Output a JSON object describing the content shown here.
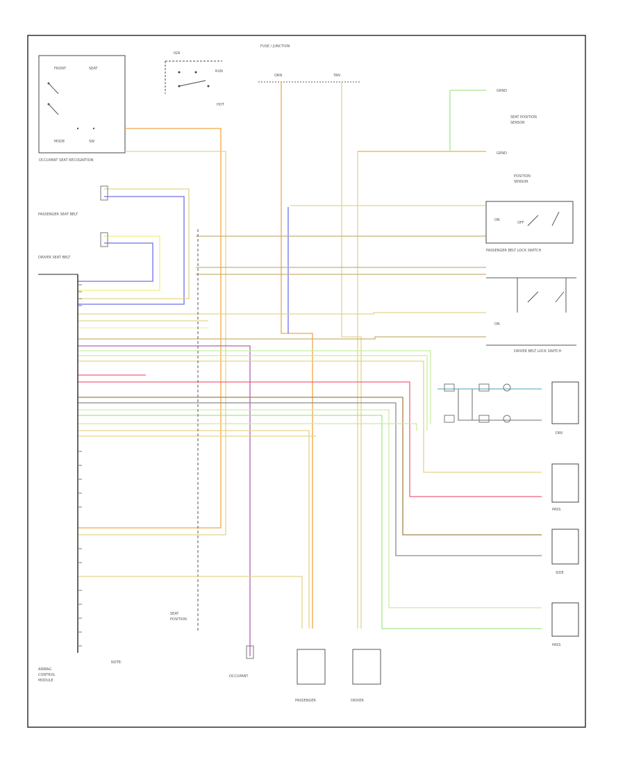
{
  "diagram": {
    "footer_code": "",
    "header_text": "",
    "module_label": "",
    "notes": "",
    "colors": {
      "orange": "#f0a640",
      "tan": "#e3d38a",
      "blue": "#6f6fe8",
      "yellow": "#f4ee76",
      "green": "#a6e48a",
      "red": "#f0607a",
      "violet": "#b060b0",
      "gray": "#8a8a8a",
      "teal": "#66b8c4",
      "brown": "#a0804a",
      "light_yellow": "#f6f0a0",
      "light_green": "#c8eea0"
    },
    "components": [
      {
        "id": "switch-top-left",
        "label": ""
      },
      {
        "id": "ignition-switch",
        "label": ""
      },
      {
        "id": "pass-belt-switch",
        "label": ""
      },
      {
        "id": "drv-belt-switch",
        "label": ""
      },
      {
        "id": "pass-buckle-switch",
        "label": ""
      },
      {
        "id": "drv-buckle-switch",
        "label": ""
      },
      {
        "id": "drv-front-sensor",
        "label": ""
      },
      {
        "id": "pass-front-sensor",
        "label": ""
      },
      {
        "id": "drv-side-sensor",
        "label": ""
      },
      {
        "id": "pass-side-sensor",
        "label": ""
      },
      {
        "id": "pass-seat-sensor",
        "label": ""
      },
      {
        "id": "drv-seat-sensor",
        "label": ""
      },
      {
        "id": "occupant-sensor",
        "label": ""
      }
    ]
  }
}
